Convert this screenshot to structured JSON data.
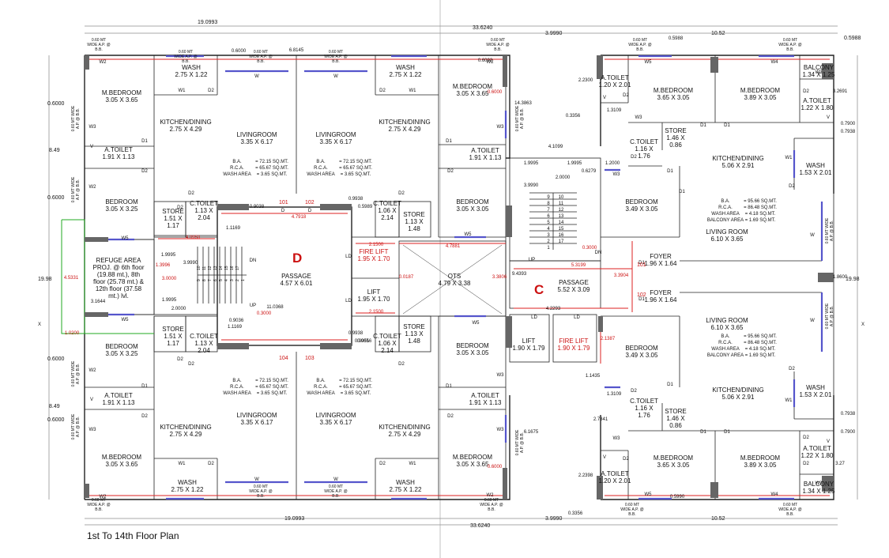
{
  "title": "1st To 14th Floor Plan",
  "units": {
    "D": "D",
    "C": "C"
  },
  "dims": {
    "overall_top": "33.6240",
    "overall_bottom": "33.6240",
    "left_top": "19.0993",
    "left_bottom": "19.0993",
    "mid_top": "3.9990",
    "mid_bottom": "3.9990",
    "right_top": "10.52",
    "right_bottom": "10.52",
    "right_edge": "0.5988",
    "side_left_1": "0.6000",
    "side_left_2": "8.49",
    "side_left_3": "0.6000",
    "side_left_4": "0.6000",
    "side_left_5": "8.49",
    "side_left_6": "0.6000",
    "side_left_mid": "19.98",
    "side_right_mid": "19.98",
    "mid_0": "6.8145",
    "mid_1": "0.6000",
    "mid_2": "0.6002",
    "mid_3": "0.5988",
    "r_a": "2.2300",
    "r_b": "0.3356",
    "r_c": "1.3109",
    "r_d": "3.2691",
    "r_e": "0.7900",
    "r_f": "0.7938",
    "r_g": "1.2000",
    "r_h": "0.6279",
    "r_i": "4.1099",
    "r_j": "1.9995",
    "r_k": "1.9995",
    "r_l": "2.0000",
    "r_m": "3.9990",
    "r_n": "0.3000",
    "r_o": "9.4393",
    "r_p": "5.3199",
    "r_q": "3.3904",
    "r_r": "4.2293",
    "r_s": "2.1387",
    "r_t": "1.1435",
    "r_u": "1.3109",
    "r_v": "2.7841",
    "r_w": "0.7938",
    "r_x": "0.7900",
    "r_y": "3.27",
    "r_z": "2.2398",
    "r_aa": "0.3356",
    "r_ab": "0.5990",
    "r_ac": "6.1675",
    "r_ad": "14.3863",
    "r_ae": "0.6000",
    "r_af": "0.6000",
    "r_ag": "1.8600",
    "d_a": "0.9038",
    "d_b": "4.7918",
    "d_c": "1.1169",
    "d_d": "4.0950",
    "d_e": "1.9995",
    "d_f": "3.9990",
    "d_g": "3.0000",
    "d_h": "1.9995",
    "d_i": "2.0000",
    "d_j": "11.0368",
    "d_k": "0.3000",
    "d_l": "0.9036",
    "d_m": "1.1169",
    "d_n": "0.9938",
    "d_o": "0.9056",
    "d_p": "2.1500",
    "d_q": "4.7881",
    "d_r": "0.0187",
    "d_s": "3.3806",
    "d_t": "2.1500",
    "d_u": "0.9938",
    "d_v": "0.9051",
    "d_w": "1.0200",
    "d_x": "3.1644",
    "d_y": "1.3996",
    "d_z": "19.98",
    "d_aa": "4.5331",
    "d_ab": "0.5989"
  },
  "rooms": {
    "wash_tl": [
      "WASH",
      "2.75 X 1.22"
    ],
    "mbed_tl": [
      "M.BEDROOM",
      "3.05 X 3.65"
    ],
    "kitchen_tl": [
      "KITCHEN/DINING",
      "2.75 X 4.29"
    ],
    "living_tl": [
      "LIVINGROOM",
      "3.35 X 6.17"
    ],
    "living_tr": [
      "LIVINGROOM",
      "3.35 X 6.17"
    ],
    "kitchen_tr": [
      "KITCHEN/DINING",
      "2.75 X 4.29"
    ],
    "wash_tr": [
      "WASH",
      "2.75 X 1.22"
    ],
    "mbed_tr": [
      "M.BEDROOM",
      "3.05 X 3.65"
    ],
    "atoilet_tl": [
      "A.TOILET",
      "1.91 X 1.13"
    ],
    "atoilet_tr": [
      "A.TOILET",
      "1.91 X 1.13"
    ],
    "bed_tl": [
      "BEDROOM",
      "3.05 X 3.25"
    ],
    "store_tl": [
      "STORE",
      "1.51 X",
      "1.17"
    ],
    "ctoilet_tl": [
      "C.TOILET",
      "1.13 X",
      "2.04"
    ],
    "ctoilet_tr": [
      "C.TOILET",
      "1.06 X",
      "2.14"
    ],
    "store_tr": [
      "STORE",
      "1.13 X",
      "1.48"
    ],
    "bed_tr": [
      "BEDROOM",
      "3.05 X 3.05"
    ],
    "refuge": [
      "REFUGE AREA",
      "PROJ. @ 6th floor",
      "(19.88 mt.), 8th",
      "floor (25.78 mt.) &",
      "12th floor (37.58",
      "mt.) lvl."
    ],
    "passage_d": [
      "PASSAGE",
      "4.57 X 6.01"
    ],
    "firelift_d": [
      "FIRE LIFT",
      "1.95 X 1.70"
    ],
    "lift_d": [
      "LIFT",
      "1.95 X 1.70"
    ],
    "ots": [
      "OTS",
      "4.79 X 3.38"
    ],
    "store_bl": [
      "STORE",
      "1.51 X",
      "1.17"
    ],
    "ctoilet_bl": [
      "C.TOILET",
      "1.13 X",
      "2.04"
    ],
    "ctoilet_br": [
      "C.TOILET",
      "1.06 X",
      "2.14"
    ],
    "store_br": [
      "STORE",
      "1.13 X",
      "1.48"
    ],
    "bed_bl": [
      "BEDROOM",
      "3.05 X 3.25"
    ],
    "bed_br": [
      "BEDROOM",
      "3.05 X 3.05"
    ],
    "atoilet_bl": [
      "A.TOILET",
      "1.91 X 1.13"
    ],
    "atoilet_br": [
      "A.TOILET",
      "1.91 X 1.13"
    ],
    "kitchen_bl": [
      "KITCHEN/DINING",
      "2.75 X 4.29"
    ],
    "living_bl": [
      "LIVINGROOM",
      "3.35 X 6.17"
    ],
    "living_br": [
      "LIVINGROOM",
      "3.35 X 6.17"
    ],
    "kitchen_br": [
      "KITCHEN/DINING",
      "2.75 X 4.29"
    ],
    "mbed_bl": [
      "M.BEDROOM",
      "3.05 X 3.65"
    ],
    "mbed_br": [
      "M.BEDROOM",
      "3.05 X 3.65"
    ],
    "wash_bl": [
      "WASH",
      "2.75 X 1.22"
    ],
    "wash_br": [
      "WASH",
      "2.75 X 1.22"
    ],
    "passage_c": [
      "PASSAGE",
      "5.52 X 3.09"
    ],
    "lift_c": [
      "LIFT",
      "1.90 X 1.79"
    ],
    "firelift_c": [
      "FIRE LIFT",
      "1.90 X 1.79"
    ],
    "foyer_c1": [
      "FOYER",
      "1.96 X 1.64"
    ],
    "foyer_c2": [
      "FOYER",
      "1.96 X 1.64"
    ],
    "r_atoilet_t": [
      "A.TOILET",
      "1.20 X 2.01"
    ],
    "r_mbed1_t": [
      "M.BEDROOM",
      "3.65 X 3.05"
    ],
    "r_mbed2_t": [
      "M.BEDROOM",
      "3.89 X 3.05"
    ],
    "r_balcony_t": [
      "BALCONY",
      "1.34 X 1.25"
    ],
    "r_atoilet2_t": [
      "A.TOILET",
      "1.22 X 1.80"
    ],
    "r_store_t": [
      "STORE",
      "1.46 X",
      "0.86"
    ],
    "r_ctoilet_t": [
      "C.TOILET",
      "1.16 X",
      "1.76"
    ],
    "r_kitchen_t": [
      "KITCHEN/DINING",
      "5.06 X 2.91"
    ],
    "r_wash_t": [
      "WASH",
      "1.53 X 2.01"
    ],
    "r_bed_t": [
      "BEDROOM",
      "3.49 X 3.05"
    ],
    "r_living_t": [
      "LIVING ROOM",
      "6.10 X 3.65"
    ],
    "r_living_b": [
      "LIVING ROOM",
      "6.10 X 3.65"
    ],
    "r_bed_b": [
      "BEDROOM",
      "3.49 X 3.05"
    ],
    "r_kitchen_b": [
      "KITCHEN/DINING",
      "5.06 X 2.91"
    ],
    "r_wash_b": [
      "WASH",
      "1.53 X 2.01"
    ],
    "r_ctoilet_b": [
      "C.TOILET",
      "1.16 X",
      "1.76"
    ],
    "r_store_b": [
      "STORE",
      "1.46 X",
      "0.86"
    ],
    "r_mbed1_b": [
      "M.BEDROOM",
      "3.65 X 3.05"
    ],
    "r_mbed2_b": [
      "M.BEDROOM",
      "3.89 X 3.05"
    ],
    "r_atoilet_b": [
      "A.TOILET",
      "1.20 X 2.01"
    ],
    "r_atoilet2_b": [
      "A.TOILET",
      "1.22 X 1.80"
    ],
    "r_balcony_b": [
      "BALCONY",
      "1.34 X 1.25"
    ]
  },
  "areas": {
    "d101": [
      "B.A.",
      "= 72.15 SQ.MT.",
      "R.C.A.",
      "= 65.67 SQ.MT.",
      "WASH AREA",
      "= 3.65 SQ.MT."
    ],
    "d102": [
      "B.A.",
      "= 72.15 SQ.MT.",
      "R.C.A.",
      "= 65.67 SQ.MT.",
      "WASH AREA",
      "= 3.65 SQ.MT."
    ],
    "d104": [
      "B.A.",
      "= 72.15 SQ.MT.",
      "R.C.A.",
      "= 65.67 SQ.MT.",
      "WASH AREA",
      "= 3.65 SQ.MT."
    ],
    "d103": [
      "B.A.",
      "= 72.15 SQ.MT.",
      "R.C.A.",
      "= 65.67 SQ.MT.",
      "WASH AREA",
      "= 3.65 SQ.MT."
    ],
    "c101": [
      "B.A.",
      "= 95.66 SQ.MT.",
      "R.C.A.",
      "= 86.48 SQ.MT.",
      "WASH AREA",
      "= 4.18 SQ.MT.",
      "BALCONY AREA",
      "= 1.69 SQ.MT."
    ],
    "c102": [
      "B.A.",
      "= 95.66 SQ.MT.",
      "R.C.A.",
      "= 86.48 SQ.MT.",
      "WASH AREA",
      "= 4.18 SQ.MT.",
      "BALCONY AREA",
      "= 1.69 SQ.MT."
    ]
  },
  "flat_numbers": {
    "d101": "101",
    "d102": "102",
    "d104": "104",
    "d103": "103",
    "c101": "101",
    "c102": "102"
  },
  "labels": {
    "w": "W",
    "w1": "W1",
    "w2": "W2",
    "w3": "W3",
    "w4": "W4",
    "w5": "W5",
    "d": "D",
    "d1": "D1",
    "d2": "D2",
    "v": "V",
    "ld": "LD",
    "up": "UP",
    "dn": "DN",
    "x": "X",
    "ap_wide": [
      "0.60 MT",
      "WIDE A.P. @",
      "B.B."
    ],
    "ap_vert": [
      "0.60 MT WIDE",
      "A.P. @ B.B."
    ]
  },
  "stairs_d": [
    "1",
    "2",
    "3",
    "4",
    "5",
    "6",
    "7",
    "8",
    "9",
    "10",
    "11",
    "12",
    "13",
    "14",
    "15",
    "16",
    "17"
  ],
  "stairs_c": [
    "9",
    "8",
    "7",
    "6",
    "5",
    "4",
    "3",
    "2",
    "1",
    "10",
    "11",
    "12",
    "13",
    "14",
    "15",
    "16",
    "17"
  ]
}
